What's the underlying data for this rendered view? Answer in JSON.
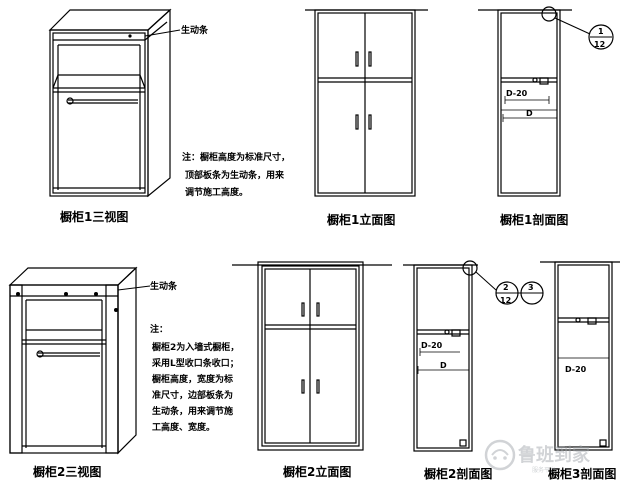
{
  "captions": {
    "v1_three_view": "橱柜1三视图",
    "v1_elevation": "橱柜1立面图",
    "v1_section": "橱柜1剖面图",
    "v2_three_view": "橱柜2三视图",
    "v2_elevation": "橱柜2立面图",
    "v2_section": "橱柜2剖面图",
    "v3_section": "橱柜3剖面图"
  },
  "labels": {
    "v1_strip": "生动条",
    "v2_strip": "生动条"
  },
  "notes": {
    "v1": [
      "注：橱柜高度为标准尺寸，",
      "顶部板条为生动条，用来",
      "调节施工高度。"
    ],
    "v2": [
      "注：",
      "橱柜2为入墙式橱柜，",
      "采用L型收口条收口；",
      "橱柜高度，宽度为标",
      "准尺寸，边部板条为",
      "生动条，用来调节施",
      "工高度、宽度。"
    ]
  },
  "dims": {
    "d20_1": "D-20",
    "d_1": "D",
    "d20_2": "D-20",
    "d_2": "D",
    "d20_3": "D-20"
  },
  "callouts": {
    "c1_top": "1",
    "c1_bottom": "12",
    "c2_a": "2",
    "c2_b": "3",
    "c2_bottom": "12"
  },
  "watermark": {
    "text": "鲁班到家",
    "sub": "服务平台"
  }
}
